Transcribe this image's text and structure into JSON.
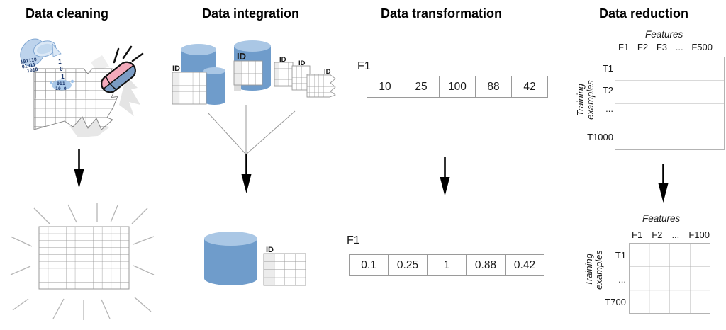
{
  "cleaning": {
    "title": "Data cleaning",
    "jug_digits": [
      "101110",
      "01011",
      "1010"
    ],
    "stream_digits": [
      "1",
      "0",
      "1"
    ],
    "splash_digits": [
      "011",
      "10 0"
    ]
  },
  "integration": {
    "title": "Data integration",
    "id_label": "ID"
  },
  "transformation": {
    "title": "Data transformation",
    "before": {
      "feature_label": "F1",
      "values": [
        "10",
        "25",
        "100",
        "88",
        "42"
      ]
    },
    "after": {
      "feature_label": "F1",
      "values": [
        "0.1",
        "0.25",
        "1",
        "0.88",
        "0.42"
      ]
    }
  },
  "reduction": {
    "title": "Data reduction",
    "before": {
      "features_label": "Features",
      "axis_label": "Training examples",
      "columns": [
        "F1",
        "F2",
        "F3",
        "...",
        "F500"
      ],
      "rows": [
        "T1",
        "T2",
        "...",
        "T1000"
      ]
    },
    "after": {
      "features_label": "Features",
      "axis_label": "Training examples",
      "columns": [
        "F1",
        "F2",
        "...",
        "F100"
      ],
      "rows": [
        "T1",
        "...",
        "T700"
      ]
    }
  },
  "colors": {
    "database_blue": "#6f9ccb",
    "database_top": "#aac7e5",
    "jug_blue": "#bdd3ec",
    "jug_mouth": "#dbe8f6",
    "eraser_pink": "#f3aabb",
    "eraser_blue": "#7b9cc4"
  }
}
